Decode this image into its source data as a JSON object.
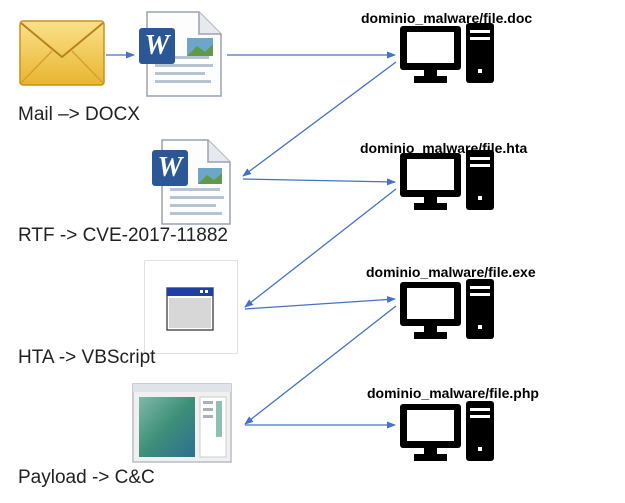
{
  "stages": [
    {
      "label": "Mail –> DOCX",
      "url": "dominio_malware/file.doc",
      "icon": "word-docx-icon"
    },
    {
      "label": "RTF -> CVE-2017-11882",
      "url": "dominio_malware/file.hta",
      "icon": "word-rtf-icon"
    },
    {
      "label": "HTA -> VBScript",
      "url": "dominio_malware/file.exe",
      "icon": "hta-window-icon"
    },
    {
      "label": "Payload -> C&C",
      "url": "dominio_malware/file.php",
      "icon": "payload-window-icon"
    }
  ],
  "colors": {
    "arrow": "#4472c4",
    "envelope": "#f2c94c",
    "computer": "#000000"
  }
}
